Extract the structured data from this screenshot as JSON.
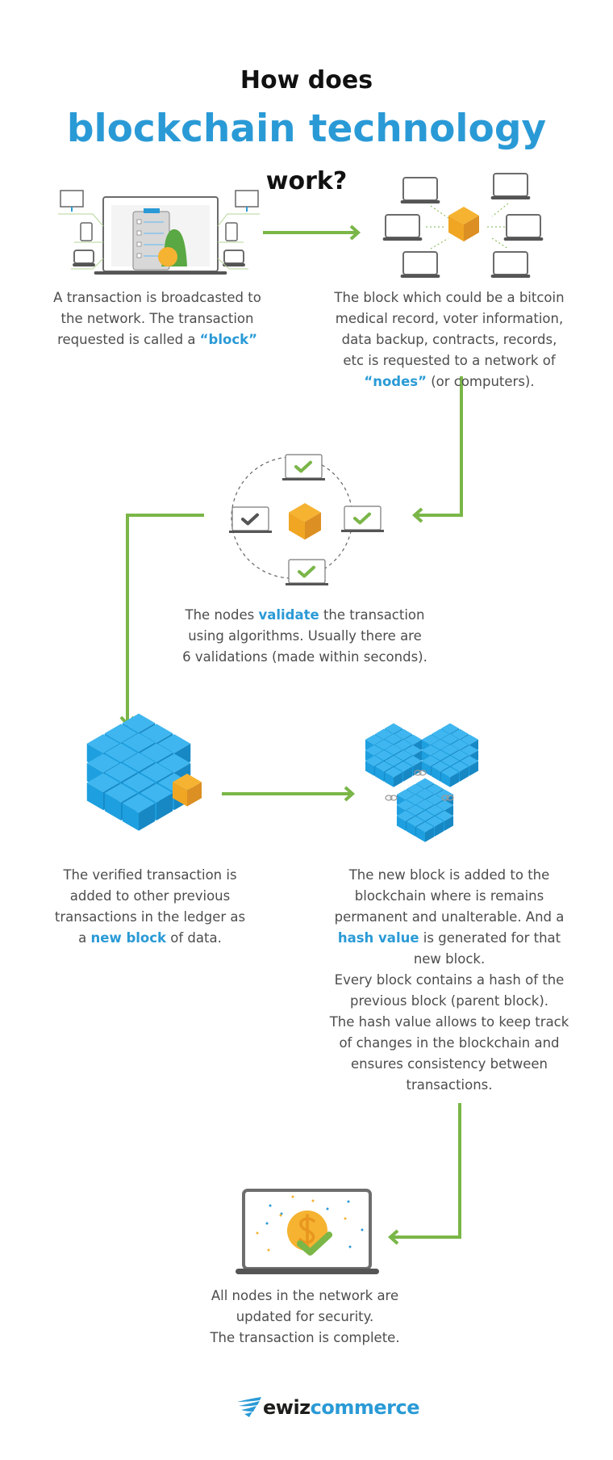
{
  "title": {
    "line1": "How does",
    "line2": "blockchain technology",
    "line3": "work?"
  },
  "steps": [
    {
      "id": "broadcast",
      "lines": [
        [
          {
            "t": "A transaction is broadcasted to"
          }
        ],
        [
          {
            "t": "the network. The transaction"
          }
        ],
        [
          {
            "t": "requested is called a "
          },
          {
            "t": "“block”",
            "hl": true
          }
        ]
      ]
    },
    {
      "id": "nodes",
      "lines": [
        [
          {
            "t": "The block which could be a bitcoin"
          }
        ],
        [
          {
            "t": "medical record, voter information,"
          }
        ],
        [
          {
            "t": "data backup, contracts, records,"
          }
        ],
        [
          {
            "t": "etc is requested to a network of"
          }
        ],
        [
          {
            "t": "“nodes”",
            "hl": true
          },
          {
            "t": " (or computers)."
          }
        ]
      ]
    },
    {
      "id": "validate",
      "lines": [
        [
          {
            "t": "The nodes "
          },
          {
            "t": "validate",
            "hl": true
          },
          {
            "t": " the transaction"
          }
        ],
        [
          {
            "t": "using algorithms. Usually there are"
          }
        ],
        [
          {
            "t": "6 validations (made within seconds)."
          }
        ]
      ]
    },
    {
      "id": "new-block",
      "lines": [
        [
          {
            "t": "The verified transaction is"
          }
        ],
        [
          {
            "t": "added to other previous"
          }
        ],
        [
          {
            "t": "transactions in the ledger as"
          }
        ],
        [
          {
            "t": "a "
          },
          {
            "t": "new block",
            "hl": true
          },
          {
            "t": " of data."
          }
        ]
      ]
    },
    {
      "id": "hash",
      "lines": [
        [
          {
            "t": "The new block is added to the"
          }
        ],
        [
          {
            "t": "blockchain where is remains"
          }
        ],
        [
          {
            "t": "permanent and unalterable. And a"
          }
        ],
        [
          {
            "t": "hash value",
            "hl": true
          },
          {
            "t": " is generated for that"
          }
        ],
        [
          {
            "t": "new block."
          }
        ],
        [
          {
            "t": " "
          }
        ],
        [
          {
            "t": "Every block contains a hash of the"
          }
        ],
        [
          {
            "t": "previous block (parent block)."
          }
        ],
        [
          {
            "t": "The hash value allows to keep track"
          }
        ],
        [
          {
            "t": "of changes in the blockchain and"
          }
        ],
        [
          {
            "t": "ensures consistency between"
          }
        ],
        [
          {
            "t": "transactions."
          }
        ]
      ]
    },
    {
      "id": "complete",
      "lines": [
        [
          {
            "t": "All nodes in the network are"
          }
        ],
        [
          {
            "t": "updated for security."
          }
        ],
        [
          {
            "t": "The transaction is complete."
          }
        ]
      ]
    }
  ],
  "logo": {
    "part1": "ewiz",
    "part2": "commerce"
  },
  "colors": {
    "accent": "#2a9ad6",
    "arrow": "#7ab648",
    "block": "#f0a623",
    "text": "#4d4d4d"
  }
}
